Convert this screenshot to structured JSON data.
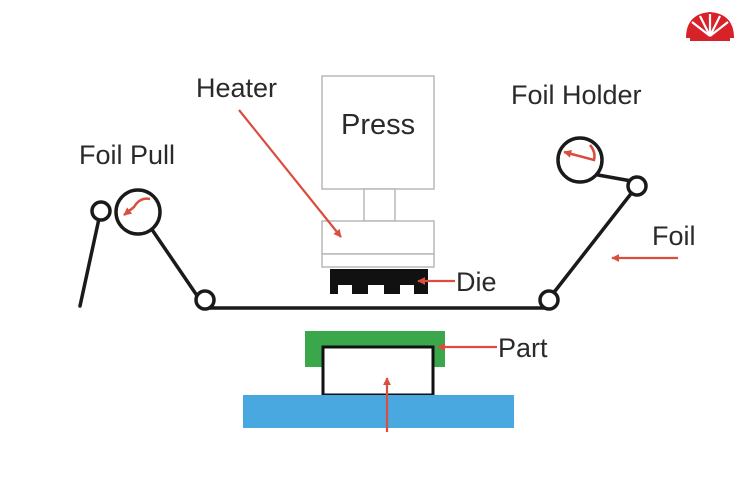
{
  "labels": {
    "press": "Press",
    "heater": "Heater",
    "foil_pull": "Foil Pull",
    "foil_holder": "Foil Holder",
    "foil": "Foil",
    "die": "Die",
    "part": "Part"
  },
  "colors": {
    "line": "#1a1a1a",
    "outline": "#b8b8b8",
    "arrow": "#d94e3f",
    "part_green": "#3aa84a",
    "base_blue": "#49a8e0",
    "logo_red": "#d8222a"
  },
  "icons": {
    "logo": "shell-logo-icon"
  }
}
